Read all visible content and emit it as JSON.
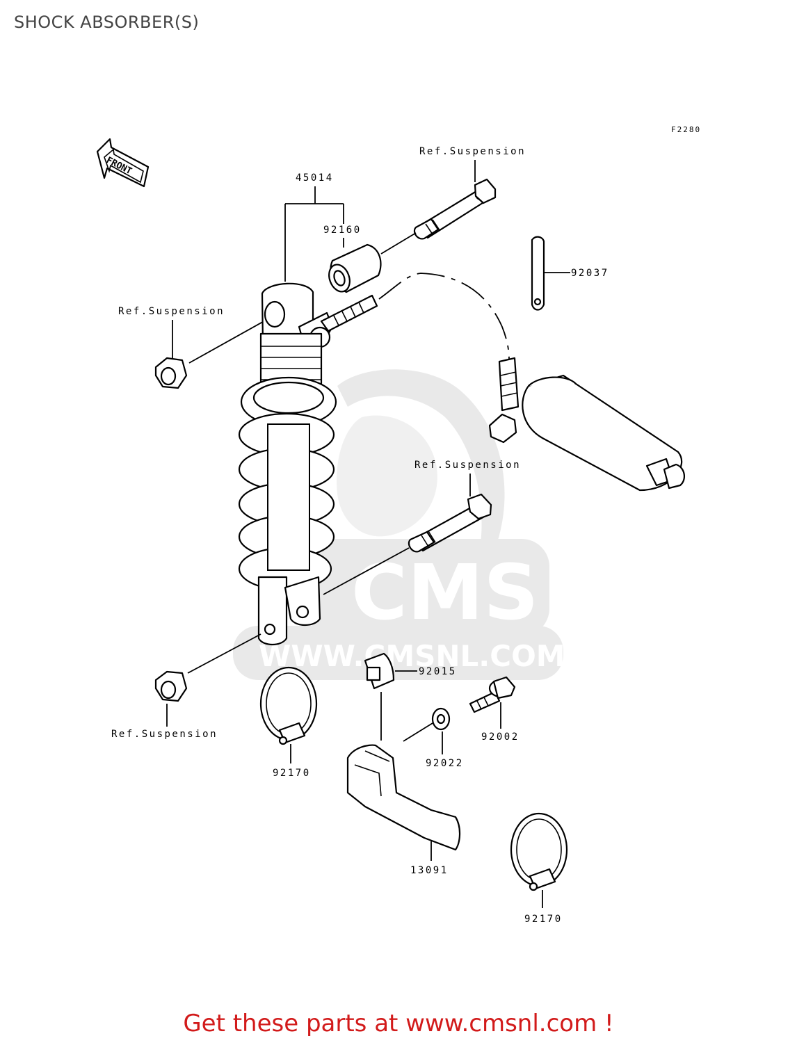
{
  "title": "SHOCK ABSORBER(S)",
  "footer": "Get these parts at www.cmsnl.com !",
  "figure_code": "F2280",
  "front_arrow_label": "FRONT",
  "watermark": {
    "logo_text": "CMS",
    "url_text": "WWW.CMSNL.COM"
  },
  "labels": {
    "ref_suspension_top": "Ref.Suspension",
    "ref_suspension_nut_top": "Ref.Suspension",
    "ref_suspension_mid": "Ref.Suspension",
    "ref_suspension_bottom": "Ref.Suspension",
    "p45014": "45014",
    "p92160": "92160",
    "p92037": "92037",
    "p92015": "92015",
    "p92002": "92002",
    "p92022": "92022",
    "p92170_left": "92170",
    "p92170_right": "92170",
    "p13091": "13091"
  },
  "colors": {
    "footer": "#d21a1a",
    "watermark": "#e9e9e9"
  }
}
